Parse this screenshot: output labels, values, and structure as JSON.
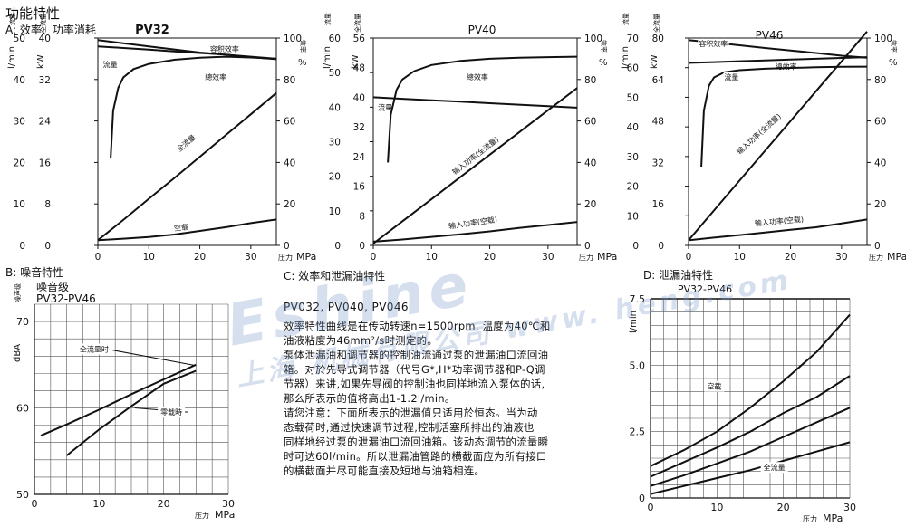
{
  "page": {
    "title": "功能特性"
  },
  "sections": {
    "a": "A:  效率、功率消耗",
    "b1": "B:  噪音特性",
    "b2": "噪音级",
    "b3": "PV32-PV46",
    "c": "C:  效率和泄漏油特性",
    "d": "D:  泄漏油特性"
  },
  "watermark": {
    "line1": "Eshine",
    "line2": "上海 机械有限公司  www. heng.com"
  },
  "paragraph": {
    "models": "PV032, PV040, PV046",
    "lines": [
      "效率特性曲线是在传动转速n=1500rpm, 温度为40℃和",
      "油液粘度为46mm²/s时测定的。",
      "泵体泄漏油和调节器的控制油流通过泵的泄漏油口流回油",
      "箱。对於先导式调节器（代号G*,H*功率调节器和P-Q调",
      "节器）来讲,如果先导阀的控制油也同样地流入泵体的话,",
      "那么所表示的值将高出1-1.2l/min。",
      "请您注意：下面所表示的泄漏值只适用於恒态。当为动",
      "态载荷时,通过快速调节过程,控制活塞所排出的油液也",
      "同样地经过泵的泄漏油口流回油箱。该动态调节的流量瞬",
      "时可达60l/min。所以泄漏油管路的横截面应为所有接口",
      "的横截面并尽可能直接及短地与油箱相连。"
    ]
  },
  "chart_data": [
    {
      "type": "line",
      "title": "PV32",
      "xlabel": "压力 MPa",
      "x_ticks": [
        "0",
        "10",
        "20",
        "30"
      ],
      "xlim": [
        0,
        35
      ],
      "left_axes": [
        {
          "label": "l/min",
          "ticks": [
            "0",
            "10",
            "20",
            "30",
            "40",
            "50"
          ],
          "lim": [
            0,
            50
          ]
        },
        {
          "label": "kW",
          "ticks": [
            "0",
            "8",
            "16",
            "24",
            "32",
            "40"
          ],
          "lim": [
            0,
            40
          ]
        }
      ],
      "left_header": "流量",
      "left_header2": "全流量",
      "right_axis": {
        "label": "%",
        "ticks": [
          "0",
          "20",
          "40",
          "60",
          "80",
          "100"
        ],
        "lim": [
          0,
          100
        ]
      },
      "right_header": "效率",
      "series": [
        {
          "name": "容积效率",
          "axis": "pct",
          "x": [
            0,
            5,
            10,
            15,
            20,
            25,
            30,
            35
          ],
          "y": [
            99,
            97.5,
            96,
            94.5,
            93,
            92,
            91,
            90
          ]
        },
        {
          "name": "流量",
          "axis": "flow",
          "x": [
            0,
            5,
            10,
            15,
            20,
            25,
            30,
            35
          ],
          "y": [
            48,
            47.6,
            47.2,
            46.8,
            46.4,
            46,
            45.4,
            44.9
          ]
        },
        {
          "name": "總效率",
          "axis": "pct",
          "x": [
            2.5,
            3,
            4,
            5,
            7,
            10,
            15,
            20,
            25,
            30,
            35
          ],
          "y": [
            42,
            65,
            76,
            81,
            85,
            87.5,
            89.5,
            90.5,
            91,
            90.6,
            90
          ]
        },
        {
          "name": "全流量",
          "axis": "kw",
          "x": [
            0,
            5,
            10,
            15,
            20,
            25,
            30,
            35
          ],
          "y": [
            1,
            4.9,
            9,
            13,
            17.1,
            21.2,
            25.3,
            29.4
          ]
        },
        {
          "name": "空载",
          "axis": "kw",
          "x": [
            0,
            5,
            10,
            15,
            20,
            25,
            30,
            35
          ],
          "y": [
            1,
            1.3,
            1.6,
            2.1,
            2.8,
            3.5,
            4.3,
            5
          ]
        }
      ]
    },
    {
      "type": "line",
      "title": "PV40",
      "xlabel": "压力 MPa",
      "x_ticks": [
        "0",
        "10",
        "20",
        "30"
      ],
      "xlim": [
        0,
        35
      ],
      "left_axes": [
        {
          "label": "l/min",
          "ticks": [
            "0",
            "10",
            "20",
            "30",
            "40",
            "50",
            "60"
          ],
          "lim": [
            0,
            60
          ]
        },
        {
          "label": "kW",
          "ticks": [
            "0",
            "8",
            "16",
            "24",
            "32",
            "40",
            "48",
            "56"
          ],
          "lim": [
            0,
            56
          ]
        }
      ],
      "left_header": "流量",
      "left_header2": "全流量",
      "right_axis": {
        "label": "%",
        "ticks": [
          "0",
          "20",
          "40",
          "60",
          "80",
          "100"
        ],
        "lim": [
          0,
          100
        ]
      },
      "right_header": "效率",
      "series": [
        {
          "name": "流量",
          "axis": "kw",
          "x": [
            0,
            5,
            10,
            15,
            20,
            25,
            30,
            35
          ],
          "y": [
            40,
            39.6,
            39.2,
            38.8,
            38.4,
            38,
            37.6,
            37.2
          ]
        },
        {
          "name": "總效率",
          "axis": "pct",
          "x": [
            2.5,
            3,
            4,
            5,
            7,
            10,
            15,
            20,
            25,
            30,
            35
          ],
          "y": [
            40,
            63,
            75,
            80,
            84,
            87,
            89,
            90,
            90.5,
            90.8,
            91
          ]
        },
        {
          "name": "输入功率(全流量)",
          "axis": "kw",
          "x": [
            0,
            5,
            10,
            15,
            20,
            25,
            30,
            35
          ],
          "y": [
            0.5,
            6.5,
            12.5,
            18.5,
            24.5,
            30.5,
            36.5,
            42.5
          ]
        },
        {
          "name": "输入功率(空载)",
          "axis": "kw",
          "x": [
            0,
            5,
            10,
            15,
            20,
            25,
            30,
            35
          ],
          "y": [
            1,
            1.6,
            2.3,
            3,
            3.8,
            4.7,
            5.5,
            6.3
          ]
        }
      ]
    },
    {
      "type": "line",
      "title": "PV46",
      "xlabel": "压力 MPa",
      "x_ticks": [
        "0",
        "10",
        "20",
        "30"
      ],
      "xlim": [
        0,
        35
      ],
      "left_axes": [
        {
          "label": "l/min",
          "ticks": [
            "0",
            "10",
            "20",
            "30",
            "40",
            "50",
            "60",
            "70"
          ],
          "lim": [
            0,
            70
          ]
        },
        {
          "label": "kW",
          "ticks": [
            "0",
            "16",
            "32",
            "48",
            "64",
            "80"
          ],
          "lim": [
            0,
            80
          ]
        }
      ],
      "left_header": "流量",
      "left_header2": "全流量",
      "right_axis": {
        "label": "%",
        "ticks": [
          "0",
          "20",
          "40",
          "60",
          "80",
          "100"
        ],
        "lim": [
          0,
          100
        ]
      },
      "right_header": "效率",
      "series": [
        {
          "name": "容积效率",
          "axis": "pct",
          "x": [
            0,
            5,
            10,
            15,
            20,
            25,
            30,
            35
          ],
          "y": [
            99,
            97.8,
            96.5,
            95.2,
            94,
            92.8,
            91.5,
            90.5
          ]
        },
        {
          "name": "總效率",
          "axis": "pct",
          "x": [
            0,
            5,
            10,
            15,
            20,
            25,
            30,
            35
          ],
          "y": [
            88,
            88.4,
            88.8,
            89.2,
            89.6,
            90,
            90.4,
            90.8
          ]
        },
        {
          "name": "流量",
          "axis": "pct",
          "x": [
            2.5,
            3,
            4,
            5,
            7,
            10,
            15,
            20,
            25,
            30,
            35
          ],
          "y": [
            38,
            65,
            77,
            81,
            83.5,
            84.5,
            85.2,
            85.6,
            85.9,
            86.1,
            86.2
          ]
        },
        {
          "name": "输入功率(全流量)",
          "axis": "kw",
          "x": [
            0,
            5,
            10,
            15,
            20,
            25,
            30,
            35
          ],
          "y": [
            2,
            13.5,
            25,
            36.5,
            48,
            59.5,
            71,
            82.5
          ]
        },
        {
          "name": "输入功率(空载)",
          "axis": "kw",
          "x": [
            0,
            5,
            10,
            15,
            20,
            25,
            30,
            35
          ],
          "y": [
            2,
            3,
            4,
            5,
            6,
            7,
            8.5,
            10
          ]
        }
      ]
    },
    {
      "type": "line",
      "title": "",
      "xlabel": "压力 MPa",
      "ylabel": "dBA",
      "y_header": "噪声级",
      "x_ticks": [
        "0",
        "10",
        "20",
        "30"
      ],
      "y_ticks": [
        "50",
        "60",
        "70"
      ],
      "xlim": [
        0,
        30
      ],
      "ylim": [
        50,
        72
      ],
      "grid": true,
      "series": [
        {
          "name": "全流量时",
          "x": [
            1,
            5,
            10,
            15,
            20,
            25
          ],
          "y": [
            56.8,
            58.1,
            59.8,
            61.6,
            63.3,
            65
          ]
        },
        {
          "name": "零载時",
          "x": [
            5,
            10,
            15,
            20,
            25
          ],
          "y": [
            54.5,
            57.5,
            60.2,
            62.8,
            64.3
          ]
        }
      ]
    },
    {
      "type": "line",
      "title": "PV32-PV46",
      "xlabel": "压力 MPa",
      "ylabel": "l/min",
      "x_ticks": [
        "0",
        "10",
        "20",
        "30"
      ],
      "y_ticks": [
        "0",
        "2.5",
        "5.0",
        "7.5"
      ],
      "xlim": [
        0,
        30
      ],
      "ylim": [
        0,
        7.5
      ],
      "grid": true,
      "series": [
        {
          "name": "空载",
          "x": [
            0,
            5,
            10,
            15,
            20,
            25,
            30
          ],
          "y": [
            1.2,
            1.8,
            2.5,
            3.4,
            4.4,
            5.5,
            6.9
          ]
        },
        {
          "name": "",
          "x": [
            0,
            5,
            10,
            15,
            20,
            25,
            30
          ],
          "y": [
            0.8,
            1.35,
            1.9,
            2.5,
            3.2,
            3.8,
            4.6
          ]
        },
        {
          "name": "",
          "x": [
            0,
            5,
            10,
            15,
            20,
            25,
            30
          ],
          "y": [
            0.45,
            0.85,
            1.3,
            1.75,
            2.3,
            2.85,
            3.4
          ]
        },
        {
          "name": "全流量",
          "x": [
            0,
            5,
            10,
            15,
            20,
            25,
            30
          ],
          "y": [
            0.15,
            0.45,
            0.75,
            1.05,
            1.4,
            1.75,
            2.1
          ]
        }
      ]
    }
  ]
}
